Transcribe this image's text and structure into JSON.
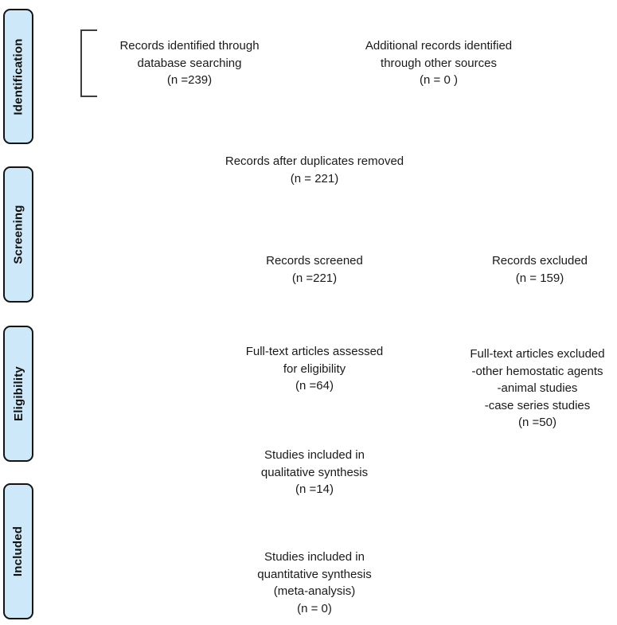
{
  "diagram": {
    "kind": "PRISMA flow diagram",
    "colors": {
      "stage_fill": "#cde8f8",
      "stage_border": "#141414",
      "text": "#1a1a1a",
      "bracket": "#3d3d3d",
      "background": "#ffffff"
    }
  },
  "sidebar": {
    "items": [
      {
        "label": "Identification"
      },
      {
        "label": "Screening"
      },
      {
        "label": "Eligibility"
      },
      {
        "label": "Included"
      }
    ]
  },
  "blocks": [
    {
      "id": "records-identified",
      "lines": [
        "Records identified through",
        "database searching",
        "(n =239)"
      ]
    },
    {
      "id": "additional-records",
      "lines": [
        "Additional records identified",
        "through other sources",
        "(n = 0 )"
      ]
    },
    {
      "id": "duplicates-removed",
      "lines": [
        "Records after duplicates removed",
        "(n = 221)"
      ]
    },
    {
      "id": "records-screened",
      "lines": [
        "Records screened",
        "(n =221)"
      ]
    },
    {
      "id": "records-excluded",
      "lines": [
        "Records excluded",
        "(n = 159)"
      ]
    },
    {
      "id": "fulltext-assessed",
      "lines": [
        "Full-text articles assessed",
        "for eligibility",
        "(n =64)"
      ]
    },
    {
      "id": "fulltext-excluded",
      "lines": [
        "Full-text articles excluded",
        "-other hemostatic agents",
        "-animal studies",
        "-case series studies",
        "(n =50)"
      ]
    },
    {
      "id": "qualitative-synthesis",
      "lines": [
        "Studies included in",
        "qualitative synthesis",
        "(n =14)"
      ]
    },
    {
      "id": "quantitative-synthesis",
      "lines": [
        "Studies included in",
        "quantitative synthesis",
        "(meta-analysis)",
        "(n = 0)"
      ]
    }
  ]
}
